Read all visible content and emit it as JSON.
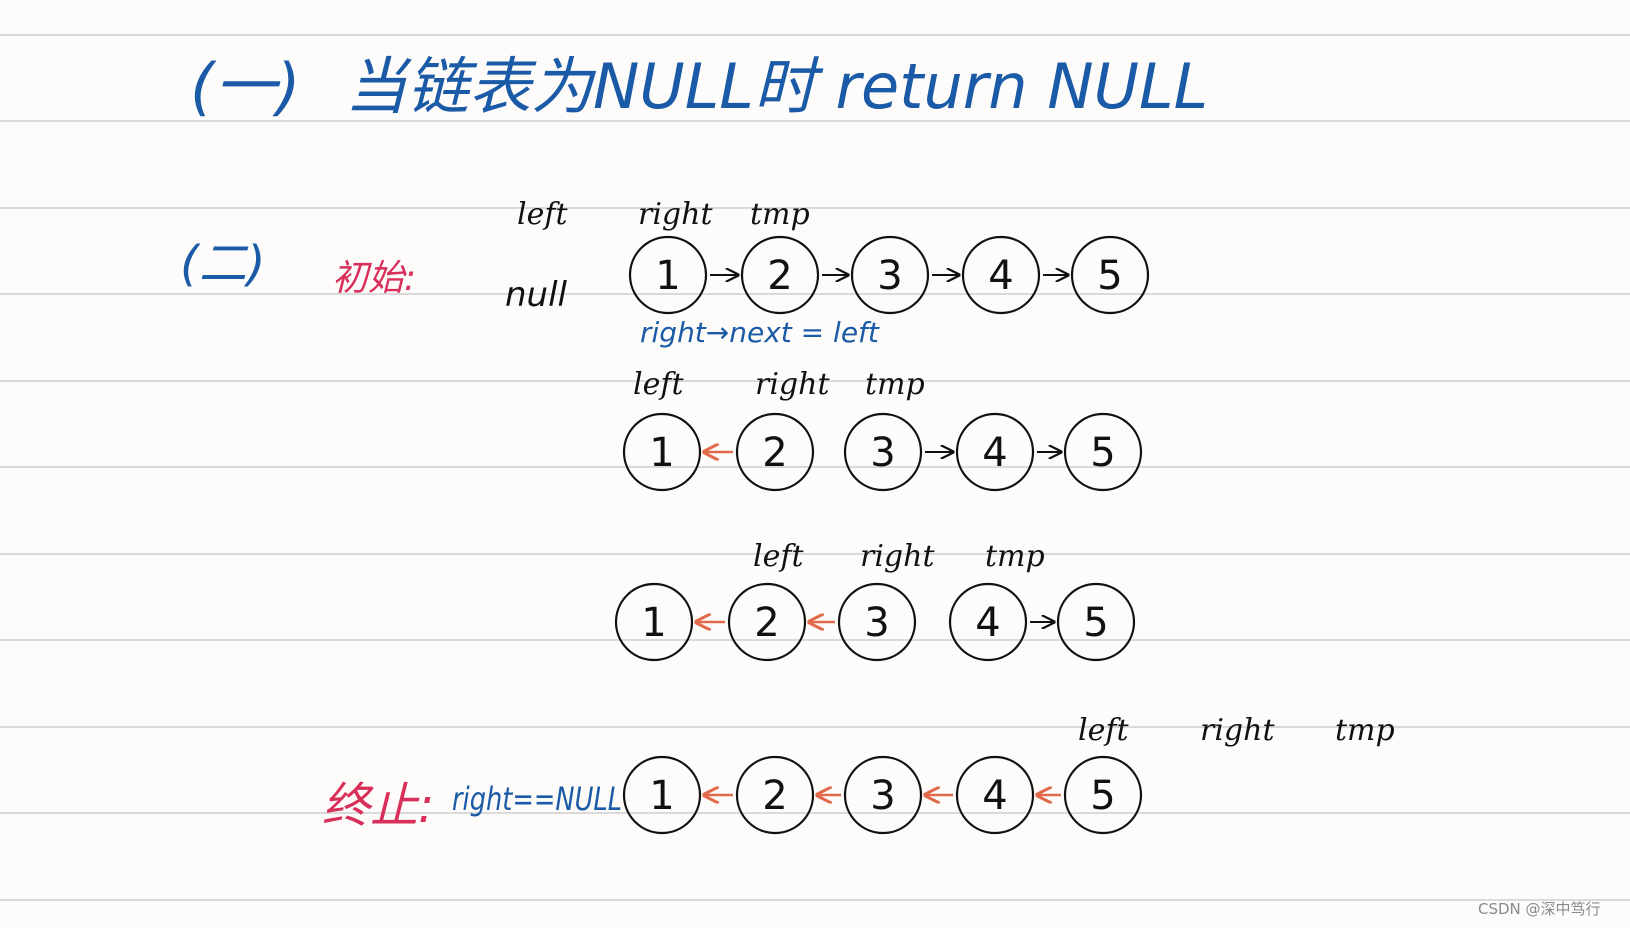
{
  "lines": {
    "line_one": {
      "marker": "(一)",
      "text": "当链表为NULL时 return NULL"
    },
    "line_two": {
      "marker": "(二)",
      "initial_label": "初始:",
      "null_label": "null",
      "annotation": "right→next = left",
      "end_label": "终止:",
      "end_condition": "right==NULL"
    }
  },
  "pointer_labels": {
    "left": "left",
    "right": "right",
    "tmp": "tmp"
  },
  "steps": [
    {
      "nodes": [
        "1",
        "2",
        "3",
        "4",
        "5"
      ],
      "reversed_links": 0
    },
    {
      "nodes": [
        "1",
        "2",
        "3",
        "4",
        "5"
      ],
      "reversed_links": 1
    },
    {
      "nodes": [
        "1",
        "2",
        "3",
        "4",
        "5"
      ],
      "reversed_links": 2
    },
    {
      "nodes": [
        "1",
        "2",
        "3",
        "4",
        "5"
      ],
      "reversed_links": 4
    }
  ],
  "watermark": "CSDN @深中笃行",
  "colors": {
    "blue_ink": "#1a5aa6",
    "red_ink": "#d8305a",
    "reverse_arrow": "#e06a4a",
    "black_ink": "#111111"
  }
}
